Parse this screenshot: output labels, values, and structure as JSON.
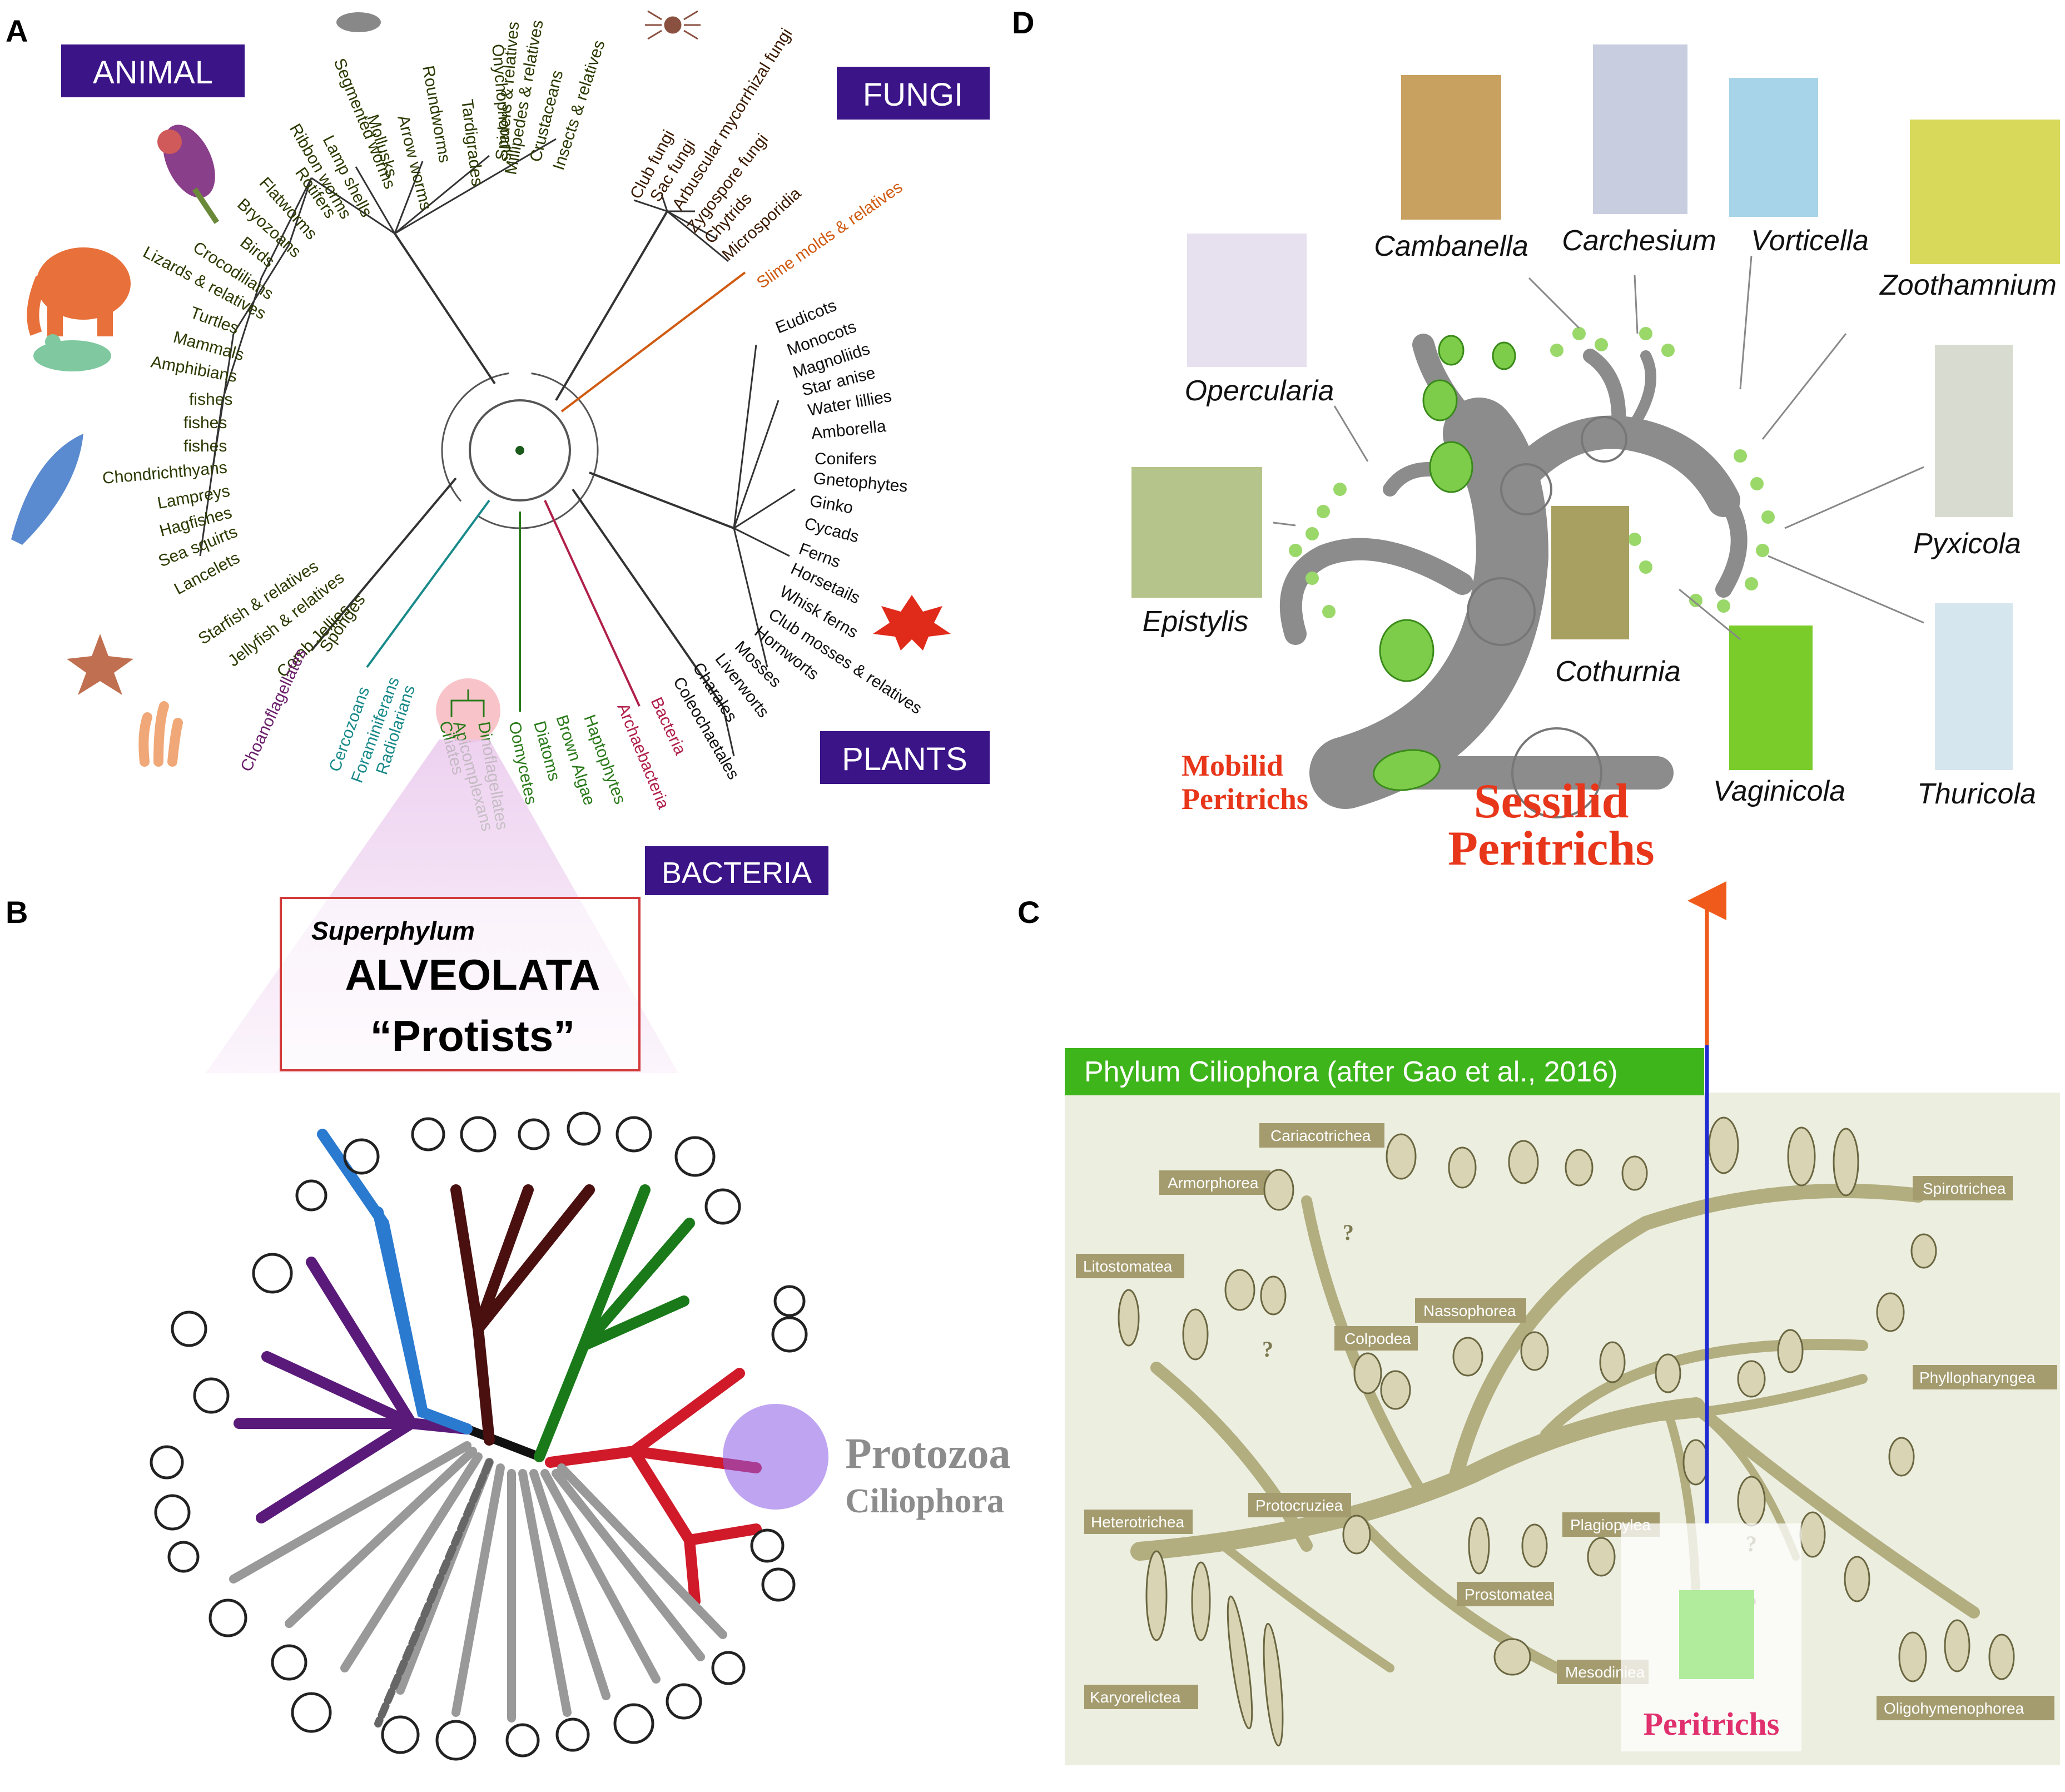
{
  "panels": {
    "a": "A",
    "b": "B",
    "c": "C",
    "d": "D"
  },
  "a": {
    "kingdoms": {
      "animal": "ANIMAL",
      "fungi": "FUNGI",
      "plants": "PLANTS",
      "bacteria": "BACTERIA"
    },
    "animal_taxa": [
      "Sponges",
      "Comb Jellies",
      "Jellyfish & relatives",
      "Starfish & relatives",
      "Lancelets",
      "Sea squirts",
      "Hagfishes",
      "Lampreys",
      "Chondrichthyans",
      "fishes",
      "fishes",
      "fishes",
      "Amphibians",
      "Mammals",
      "Turtles",
      "Lizards & relatives",
      "Crocodilians",
      "Birds",
      "Bryozoans",
      "Flatworms",
      "Rotifers",
      "Ribbon worms",
      "Lamp shells",
      "Segmented worms",
      "Mollusks",
      "Arrow worms",
      "Roundworms",
      "Tardigrades",
      "Onychophorans",
      "Spiders & relatives",
      "Millipedes & relatives",
      "Crustaceans",
      "Insects & relatives"
    ],
    "fungi_taxa": [
      "Club fungi",
      "Sac fungi",
      "Arbuscular mycorrhizal fungi",
      "Zygospore fungi",
      "Chytrids",
      "Microsporidia"
    ],
    "slime": "Slime molds & relatives",
    "plant_taxa": [
      "Eudicots",
      "Monocots",
      "Magnoliids",
      "Star anise",
      "Water lillies",
      "Amborella",
      "Conifers",
      "Gnetophytes",
      "Ginko",
      "Cycads",
      "Ferns",
      "Horsetails",
      "Whisk ferns",
      "Club mosses & relatives",
      "Hornworts",
      "Mosses",
      "Liverworts",
      "Charales",
      "Coleochaetales"
    ],
    "protist_taxa": [
      {
        "label": "Choanoflagellates",
        "color": "#6b1f6b"
      },
      {
        "label": "Cercozoans",
        "color": "#1a8a8a"
      },
      {
        "label": "Foraminiferans",
        "color": "#1a8a8a"
      },
      {
        "label": "Radiolarians",
        "color": "#1a8a8a"
      },
      {
        "label": "Ciliates",
        "color": "#2a7a1a"
      },
      {
        "label": "Apicomplexans",
        "color": "#2a7a1a"
      },
      {
        "label": "Dinoflagellates",
        "color": "#2a7a1a"
      },
      {
        "label": "Oomycetes",
        "color": "#2a7a1a"
      },
      {
        "label": "Diatoms",
        "color": "#2a7a1a"
      },
      {
        "label": "Brown Algae",
        "color": "#2a7a1a"
      },
      {
        "label": "Haptophytes",
        "color": "#2a7a1a"
      },
      {
        "label": "Archaebacteria",
        "color": "#b0204a"
      },
      {
        "label": "Bacteria",
        "color": "#b0204a"
      }
    ]
  },
  "b": {
    "superphylum": "Superphylum",
    "group": "ALVEOLATA",
    "protists": "“Protists”",
    "protozoa": "Protozoa",
    "ciliophora": "Ciliophora"
  },
  "c": {
    "header": "Phylum Ciliophora (after Gao et al., 2016)",
    "classes": [
      "Cariacotrichea",
      "Armorphorea",
      "Litostomatea",
      "Nassophorea",
      "Colpodea",
      "Spirotrichea",
      "Phyllopharyngea",
      "Heterotrichea",
      "Protocruziea",
      "Plagiopylea",
      "Prostomatea",
      "Mesodiniea",
      "Karyorelictea",
      "Oligohymenophorea"
    ],
    "peritrichs": "Peritrichs",
    "question": "?"
  },
  "d": {
    "genera": [
      "Cambanella",
      "Carchesium",
      "Vorticella",
      "Zoothamnium",
      "Opercularia",
      "Epistylis",
      "Cothurnia",
      "Pyxicola",
      "Vaginicola",
      "Thuricola"
    ],
    "mobilid": [
      "Mobilid",
      "Peritrichs"
    ],
    "sessilid": [
      "Sessilid",
      "Peritrichs"
    ]
  },
  "colors": {
    "kingdom_box": "#3b1488",
    "ciliophora_header": "#3fb51c",
    "sessilid_red": "#e8361a",
    "peritrichs_pink": "#e0306e",
    "arrow_orange": "#f05a1a",
    "arrow_blue": "#1f2bd0"
  }
}
